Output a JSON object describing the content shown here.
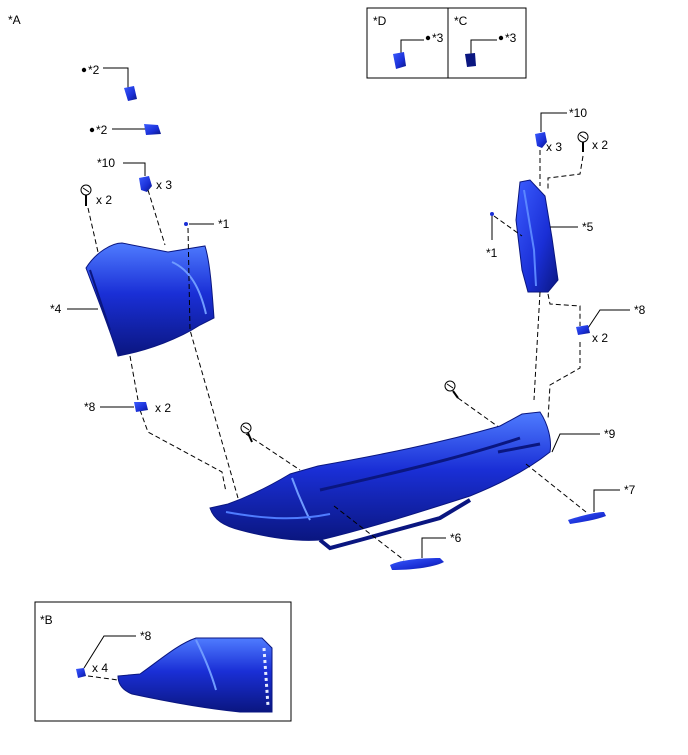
{
  "labels": {
    "view_a": "*A",
    "view_b": "*B",
    "view_c": "*C",
    "view_d": "*D",
    "c1": "*1",
    "c2": "*2",
    "c3": "*3",
    "c4": "*4",
    "c5": "*5",
    "c6": "*6",
    "c7": "*7",
    "c8": "*8",
    "c9": "*9",
    "c10": "*10"
  },
  "qty": {
    "x2": "x 2",
    "x3": "x 3",
    "x4": "x 4"
  },
  "colors": {
    "part_fill": "#1a2fd6",
    "part_dark": "#0a1680",
    "part_light": "#4f7cff",
    "line": "#000000"
  },
  "icons": [
    "clip-icon",
    "screw-icon",
    "bullet-icon",
    "retainer-icon"
  ]
}
